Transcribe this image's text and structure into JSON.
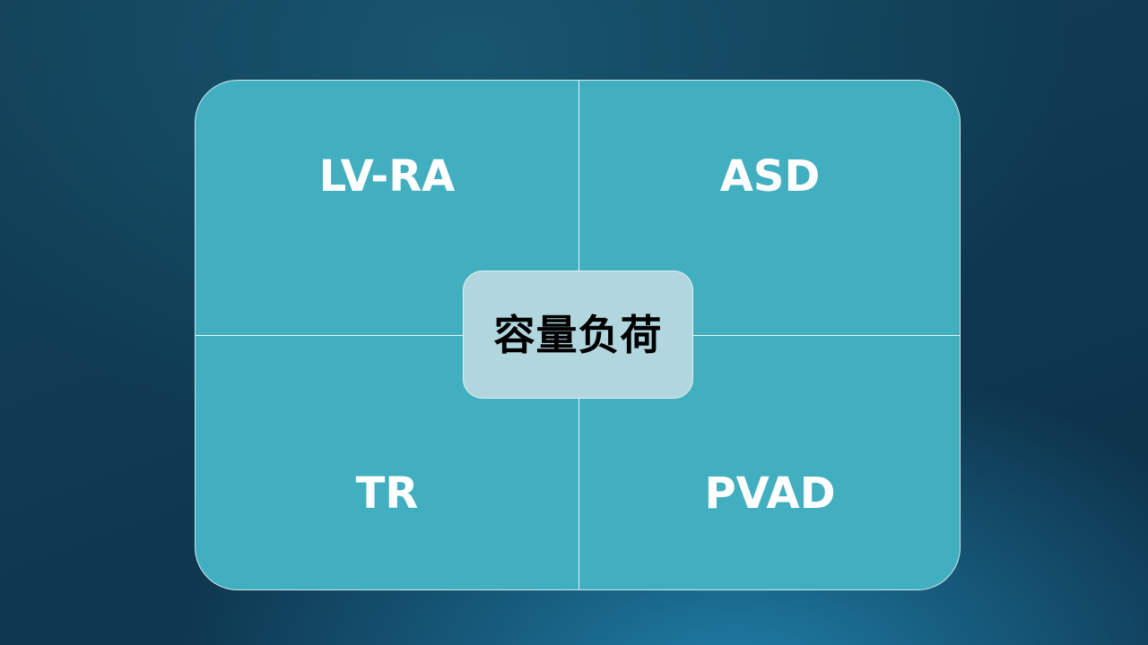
{
  "diagram": {
    "center": {
      "label": "容量负荷"
    },
    "quadrants": {
      "top_left": {
        "label": "LV-RA"
      },
      "top_right": {
        "label": "ASD"
      },
      "bottom_left": {
        "label": "TR"
      },
      "bottom_right": {
        "label": "PVAD"
      }
    },
    "colors": {
      "quadrant_fill": "#41afbf",
      "center_fill": "#b2d6de",
      "background": "#0f3a52",
      "quadrant_text": "#ffffff",
      "center_text": "#000000"
    }
  }
}
